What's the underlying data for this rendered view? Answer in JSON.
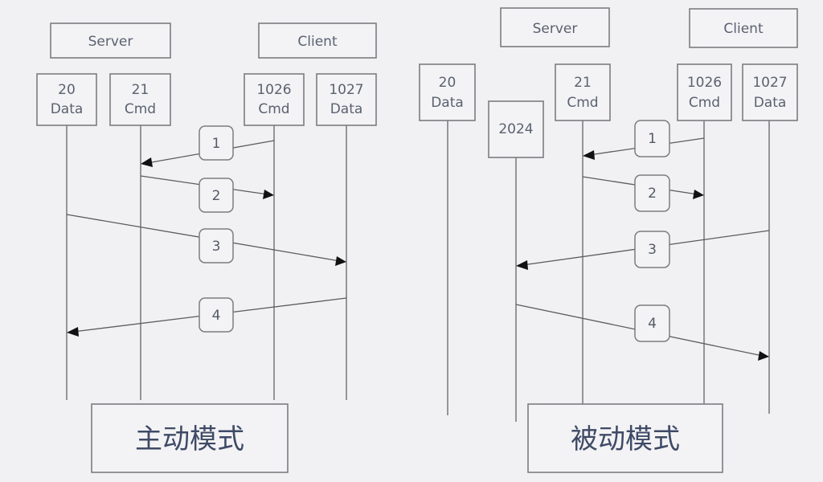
{
  "colors": {
    "background": "#f1f1f3",
    "box_border": "#7d7d80",
    "text": "#5a6170",
    "mode_text": "#3f4a66",
    "arrow": "#111111"
  },
  "panels": [
    {
      "id": "active",
      "mode_label": "主动模式",
      "groups": [
        {
          "label": "Server"
        },
        {
          "label": "Client"
        }
      ],
      "ports": [
        {
          "port": "20",
          "role": "Data"
        },
        {
          "port": "21",
          "role": "Cmd"
        },
        {
          "port": "1026",
          "role": "Cmd"
        },
        {
          "port": "1027",
          "role": "Data"
        }
      ],
      "messages": [
        {
          "step": "1",
          "from": "1026",
          "to": "21"
        },
        {
          "step": "2",
          "from": "21",
          "to": "1026"
        },
        {
          "step": "3",
          "from": "20",
          "to": "1027"
        },
        {
          "step": "4",
          "from": "1027",
          "to": "20"
        }
      ]
    },
    {
      "id": "passive",
      "mode_label": "被动模式",
      "groups": [
        {
          "label": "Server"
        },
        {
          "label": "Client"
        }
      ],
      "ports": [
        {
          "port": "20",
          "role": "Data"
        },
        {
          "port": "2024",
          "role": ""
        },
        {
          "port": "21",
          "role": "Cmd"
        },
        {
          "port": "1026",
          "role": "Cmd"
        },
        {
          "port": "1027",
          "role": "Data"
        }
      ],
      "messages": [
        {
          "step": "1",
          "from": "1026",
          "to": "21"
        },
        {
          "step": "2",
          "from": "21",
          "to": "1026"
        },
        {
          "step": "3",
          "from": "1027",
          "to": "2024"
        },
        {
          "step": "4",
          "from": "2024",
          "to": "1027"
        }
      ]
    }
  ]
}
